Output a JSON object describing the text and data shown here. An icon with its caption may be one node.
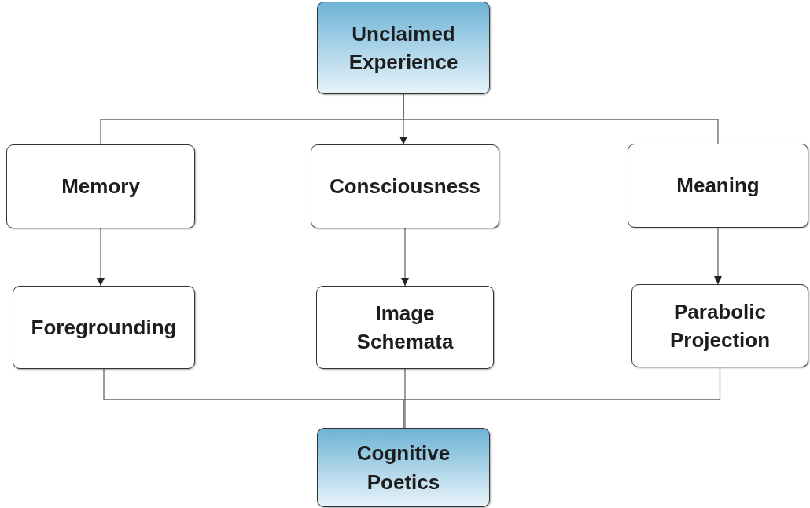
{
  "diagram": {
    "nodes": [
      {
        "text": [
          "Unclaimed Experience"
        ]
      },
      {
        "text": [
          "Memory"
        ]
      },
      {
        "text": [
          "Consciousness"
        ]
      },
      {
        "text": [
          "Meaning"
        ]
      },
      {
        "text": [
          "Foregrounding"
        ]
      },
      {
        "text": [
          "Image Schemata"
        ]
      },
      {
        "text": [
          "Parabolic Projection"
        ]
      },
      {
        "text": [
          "Cognitive Poetics"
        ]
      }
    ],
    "edges": [
      {
        "from": 0,
        "to": 1,
        "arrow": "none"
      },
      {
        "from": 0,
        "to": 2,
        "arrow": "to"
      },
      {
        "from": 0,
        "to": 3,
        "arrow": "none"
      },
      {
        "from": 1,
        "to": 4,
        "arrow": "to"
      },
      {
        "from": 2,
        "to": 5,
        "arrow": "to"
      },
      {
        "from": 3,
        "to": 6,
        "arrow": "to"
      },
      {
        "from": 4,
        "to": 7,
        "arrow": "none"
      },
      {
        "from": 5,
        "to": 7,
        "arrow": "none"
      },
      {
        "from": 6,
        "to": 7,
        "arrow": "none"
      }
    ]
  }
}
